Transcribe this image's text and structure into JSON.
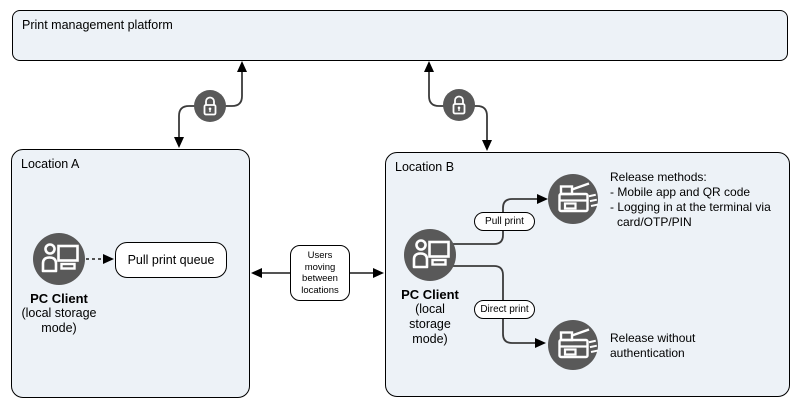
{
  "platform": {
    "label": "Print management platform"
  },
  "location_a": {
    "label": "Location A",
    "pc_client_title": "PC Client",
    "pc_client_subtitle_lines": [
      "(local storage",
      "mode)"
    ],
    "queue_label": "Pull print queue"
  },
  "between": {
    "label_lines": [
      "Users",
      "moving",
      "between",
      "locations"
    ]
  },
  "location_b": {
    "label": "Location B",
    "pc_client_title": "PC Client",
    "pc_client_subtitle_lines": [
      "(local",
      "storage",
      "mode)"
    ],
    "pull_print_label": "Pull print",
    "direct_print_label": "Direct print",
    "release_methods_lines": [
      "Release methods:",
      "- Mobile app and QR code",
      "- Logging in at the terminal via",
      "card/OTP/PIN"
    ],
    "release_without_auth_lines": [
      "Release without",
      "authentication"
    ]
  },
  "colors": {
    "node_fill": "#edf2f7",
    "node_border": "#000000",
    "icon_circle": "#595959",
    "icon_glyph": "#ffffff",
    "connector": "#3b3b3b"
  }
}
